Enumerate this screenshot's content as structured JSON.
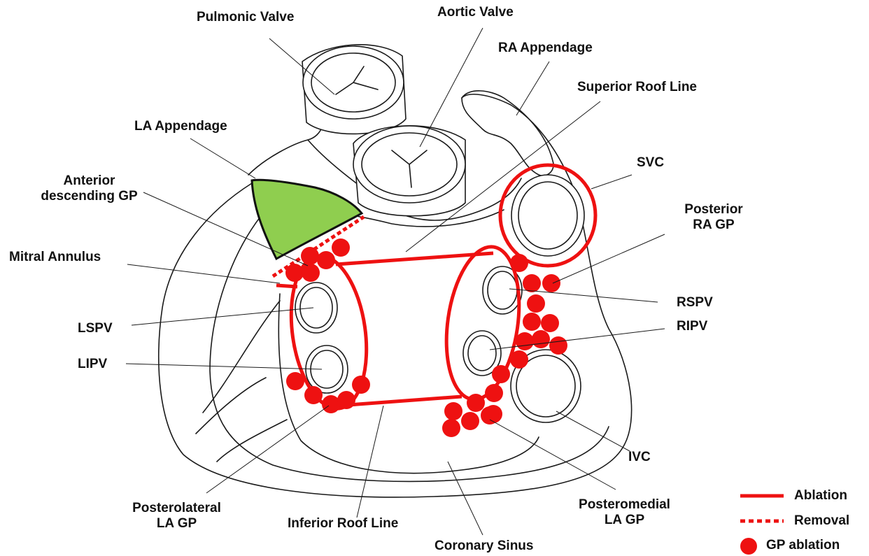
{
  "labels": {
    "pulmonic_valve": "Pulmonic Valve",
    "aortic_valve": "Aortic Valve",
    "ra_appendage": "RA Appendage",
    "superior_roof_line": "Superior Roof Line",
    "la_appendage": "LA Appendage",
    "svc": "SVC",
    "anterior_descending_gp_1": "Anterior",
    "anterior_descending_gp_2": "descending GP",
    "posterior_ra_gp_1": "Posterior",
    "posterior_ra_gp_2": "RA GP",
    "mitral_annulus": "Mitral Annulus",
    "rspv": "RSPV",
    "ripv": "RIPV",
    "lspv": "LSPV",
    "lipv": "LIPV",
    "ivc": "IVC",
    "posterolateral_la_gp_1": "Posterolateral",
    "posterolateral_la_gp_2": "LA GP",
    "inferior_roof_line": "Inferior Roof Line",
    "posteromedial_la_gp_1": "Posteromedial",
    "posteromedial_la_gp_2": "LA GP",
    "coronary_sinus": "Coronary Sinus"
  },
  "legend": {
    "ablation": "Ablation",
    "removal": "Removal",
    "gp_ablation": "GP ablation"
  },
  "colors": {
    "ablation": "#ee1111",
    "la_appendage_fill": "#8fce4f",
    "outline": "#1a1a1a"
  }
}
